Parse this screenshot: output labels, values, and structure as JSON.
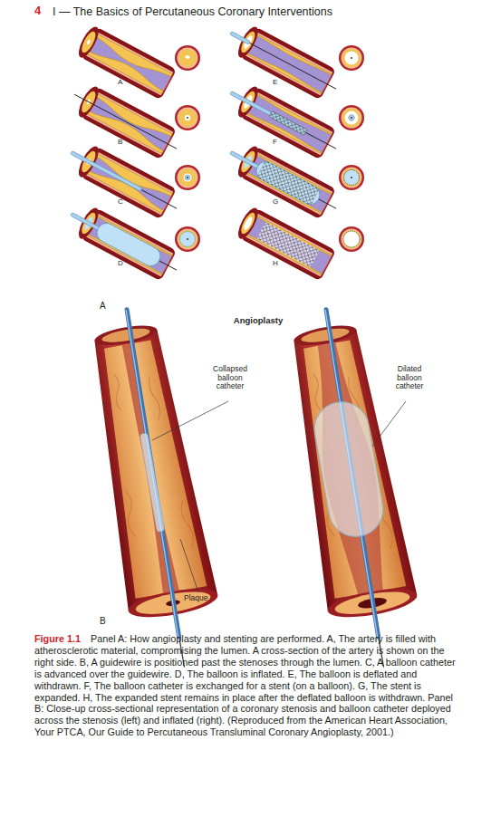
{
  "diagram": {
    "caption": "Panel A: How angioplasty and stenting are performed. A, The artery is filled with atherosclerotic material, compromising the lumen. A cross-section of the artery is shown on the right side. B, A guidewire is positioned past the stenoses through the lumen. C, A balloon catheter is advanced over the guidewire. D, The balloon is inflated. E, The balloon is deflated and withdrawn. F, The balloon catheter is exchanged for a stent (on a balloon). G, The stent is expanded. H, The expanded stent remains in place after the deflated balloon is withdrawn. Panel B: Close-up cross-sectional representation of a coronary stenosis and balloon catheter deployed across the stenosis (left) and inflated (right). (Reproduced from the American Heart Association, Your PTCA, Our Guide to Percutaneous Transluminal Coronary Angioplasty, 2001.)",
    "labels": [
      "4",
      "I — The Basics of Percutaneous Coronary Interventions",
      "A",
      "B",
      "C",
      "D",
      "E",
      "F",
      "G",
      "H",
      "A",
      "Angioplasty",
      "Collapsed balloon catheter",
      "Dilated balloon catheter",
      "Plaque",
      "B",
      "Figure 1.1"
    ]
  }
}
